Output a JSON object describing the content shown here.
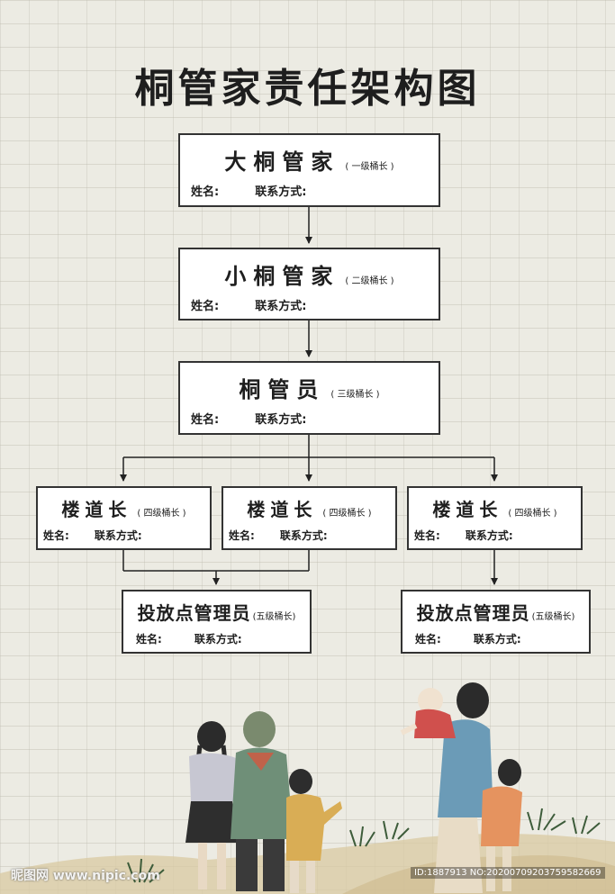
{
  "title": "桐管家责任架构图",
  "field_labels": {
    "name": "姓名:",
    "contact": "联系方式:"
  },
  "levels": {
    "l1": {
      "name": "大桐管家",
      "level": "( 一级桶长 )"
    },
    "l2": {
      "name": "小桐管家",
      "level": "( 二级桶长 )"
    },
    "l3": {
      "name": "桐管员",
      "level": "( 三级桶长 )"
    },
    "l4": [
      {
        "name": "楼道长",
        "level": "( 四级桶长 )"
      },
      {
        "name": "楼道长",
        "level": "( 四级桶长 )"
      },
      {
        "name": "楼道长",
        "level": "( 四级桶长 )"
      }
    ],
    "l5": [
      {
        "name": "投放点管理员",
        "level": "(五级桶长)"
      },
      {
        "name": "投放点管理员",
        "level": "(五级桶长)"
      }
    ]
  },
  "watermark": {
    "left": "昵图网 www.nipic.com",
    "right": "ID:1887913 NO:20200709203759582669"
  }
}
